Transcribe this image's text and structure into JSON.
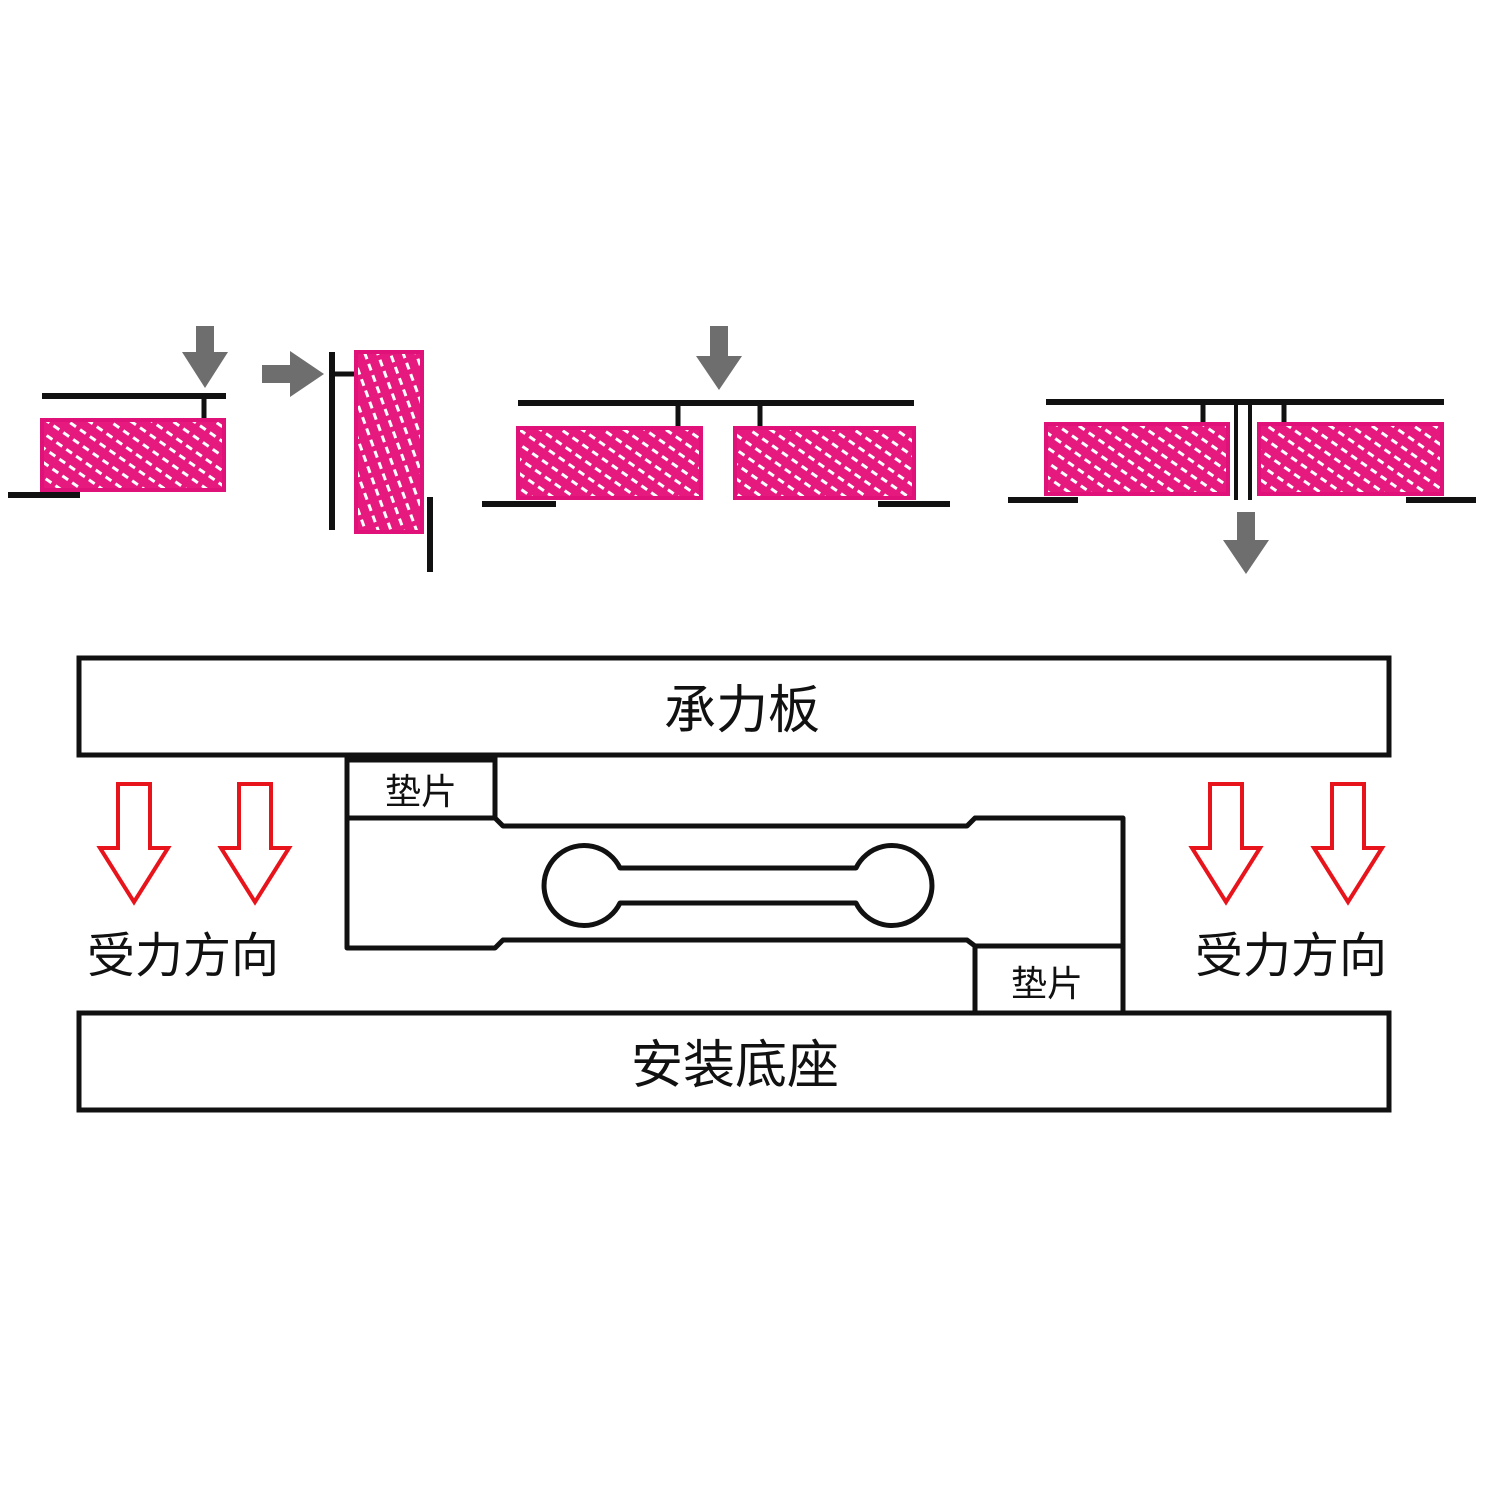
{
  "colors": {
    "cell_border": "#e0127a",
    "cell_hatch": "#e6197f",
    "line": "#111111",
    "gray_arrow": "#6e6e6e",
    "red_arrow": "#e8141c",
    "background": "#ffffff"
  },
  "labels": {
    "load_plate": "承力板",
    "base": "安装底座",
    "shim_top": "垫片",
    "shim_bottom": "垫片",
    "force_left": "受力方向",
    "force_right": "受力方向"
  },
  "icons": {
    "gray_arrow": "arrow-icon",
    "force_arrow": "hollow-down-arrow-icon"
  }
}
